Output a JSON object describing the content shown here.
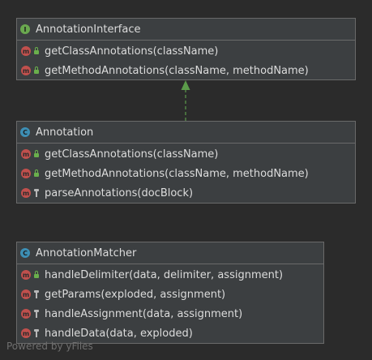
{
  "classes": {
    "annotation_interface": {
      "type_letter": "I",
      "name": "AnnotationInterface",
      "methods": [
        {
          "letter": "m",
          "visibility": "public",
          "signature": "getClassAnnotations(className)"
        },
        {
          "letter": "m",
          "visibility": "public",
          "signature": "getMethodAnnotations(className, methodName)"
        }
      ]
    },
    "annotation": {
      "type_letter": "C",
      "name": "Annotation",
      "methods": [
        {
          "letter": "m",
          "visibility": "public",
          "signature": "getClassAnnotations(className)"
        },
        {
          "letter": "m",
          "visibility": "public",
          "signature": "getMethodAnnotations(className, methodName)"
        },
        {
          "letter": "m",
          "visibility": "private",
          "signature": "parseAnnotations(docBlock)"
        }
      ]
    },
    "annotation_matcher": {
      "type_letter": "C",
      "name": "AnnotationMatcher",
      "methods": [
        {
          "letter": "m",
          "visibility": "public",
          "signature": "handleDelimiter(data, delimiter, assignment)"
        },
        {
          "letter": "m",
          "visibility": "private",
          "signature": "getParams(exploded, assignment)"
        },
        {
          "letter": "m",
          "visibility": "private",
          "signature": "handleAssignment(data, assignment)"
        },
        {
          "letter": "m",
          "visibility": "private",
          "signature": "handleData(data, exploded)"
        }
      ]
    }
  },
  "relations": [
    {
      "from": "Annotation",
      "to": "AnnotationInterface",
      "kind": "implements"
    }
  ],
  "watermark": "Powered by yFiles",
  "colors": {
    "background": "#2b2b2b",
    "box_fill": "#3c3f41",
    "interface_badge": "#6aa84f",
    "class_badge": "#3d8fb5",
    "method_badge": "#c0504d",
    "public_icon": "#6ab04c",
    "edge": "#5b9b4a"
  }
}
